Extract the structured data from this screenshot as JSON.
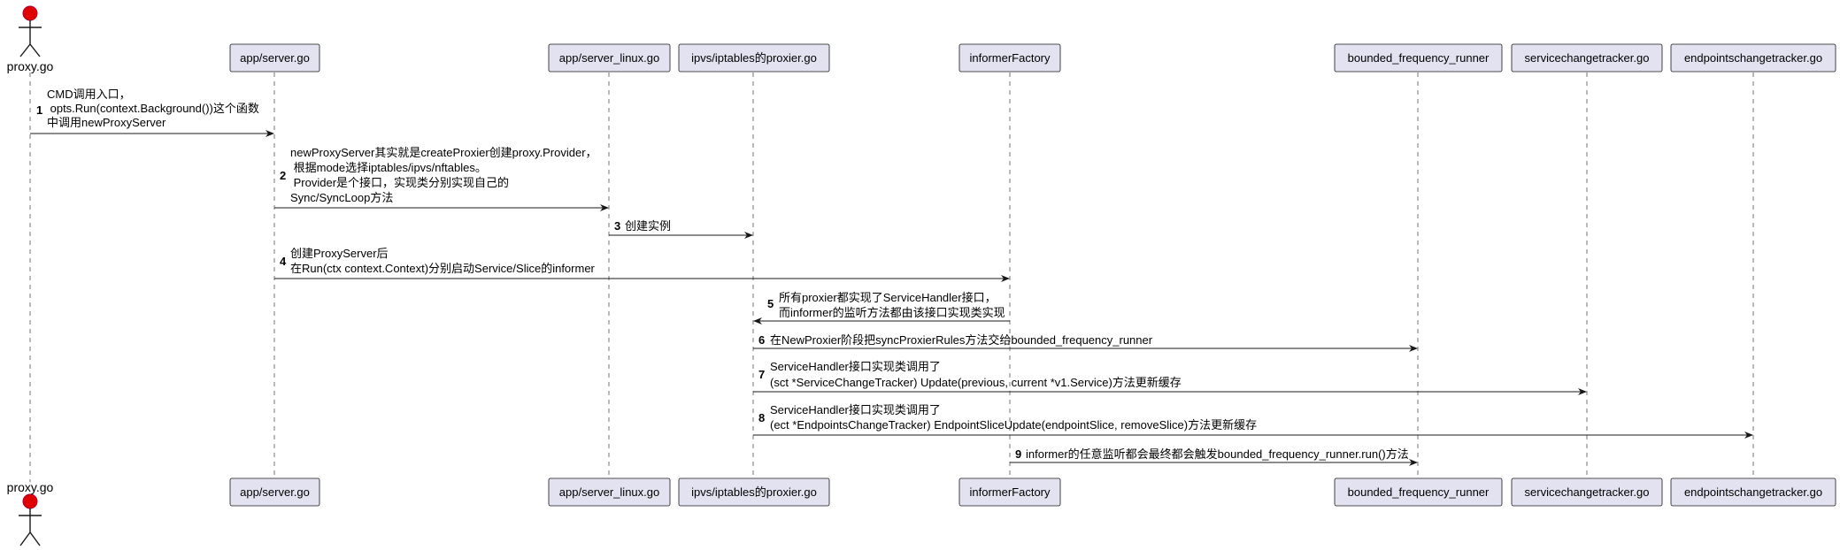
{
  "actor": {
    "name": "proxy.go"
  },
  "participants": [
    {
      "id": "server",
      "label": "app/server.go"
    },
    {
      "id": "serverLinux",
      "label": "app/server_linux.go"
    },
    {
      "id": "proxier",
      "label": "ipvs/iptables的proxier.go"
    },
    {
      "id": "informer",
      "label": "informerFactory"
    },
    {
      "id": "bfr",
      "label": "bounded_frequency_runner"
    },
    {
      "id": "sct",
      "label": "servicechangetracker.go"
    },
    {
      "id": "ect",
      "label": "endpointschangetracker.go"
    }
  ],
  "messages": [
    {
      "number": "1",
      "from": "actor",
      "to": "server",
      "lines": [
        "CMD调用入口，",
        " opts.Run(context.Background())这个函数",
        "中调用newProxyServer"
      ]
    },
    {
      "number": "2",
      "from": "server",
      "to": "serverLinux",
      "lines": [
        "newProxyServer其实就是createProxier创建proxy.Provider，",
        " 根据mode选择iptables/ipvs/nftables。",
        " Provider是个接口，实现类分别实现自己的",
        "Sync/SyncLoop方法"
      ]
    },
    {
      "number": "3",
      "from": "serverLinux",
      "to": "proxier",
      "lines": [
        "创建实例"
      ]
    },
    {
      "number": "4",
      "from": "server",
      "to": "informer",
      "lines": [
        "创建ProxyServer后",
        "在Run(ctx context.Context)分别启动Service/Slice的informer"
      ]
    },
    {
      "number": "5",
      "from": "informer",
      "to": "proxier",
      "lines": [
        "所有proxier都实现了ServiceHandler接口，",
        "而informer的监听方法都由该接口实现类实现"
      ]
    },
    {
      "number": "6",
      "from": "proxier",
      "to": "bfr",
      "lines": [
        "在NewProxier阶段把syncProxierRules方法交给bounded_frequency_runner"
      ]
    },
    {
      "number": "7",
      "from": "proxier",
      "to": "sct",
      "lines": [
        "ServiceHandler接口实现类调用了",
        "(sct *ServiceChangeTracker) Update(previous, current *v1.Service)方法更新缓存"
      ]
    },
    {
      "number": "8",
      "from": "proxier",
      "to": "ect",
      "lines": [
        "ServiceHandler接口实现类调用了",
        "(ect *EndpointsChangeTracker) EndpointSliceUpdate(endpointSlice, removeSlice)方法更新缓存"
      ]
    },
    {
      "number": "9",
      "from": "informer",
      "to": "bfr",
      "lines": [
        "informer的任意监听都会最终都会触发bounded_frequency_runner.run()方法"
      ]
    }
  ],
  "colors": {
    "participant_fill": "#E2E2F0",
    "actor_head": "#E00000",
    "line": "#181818"
  }
}
